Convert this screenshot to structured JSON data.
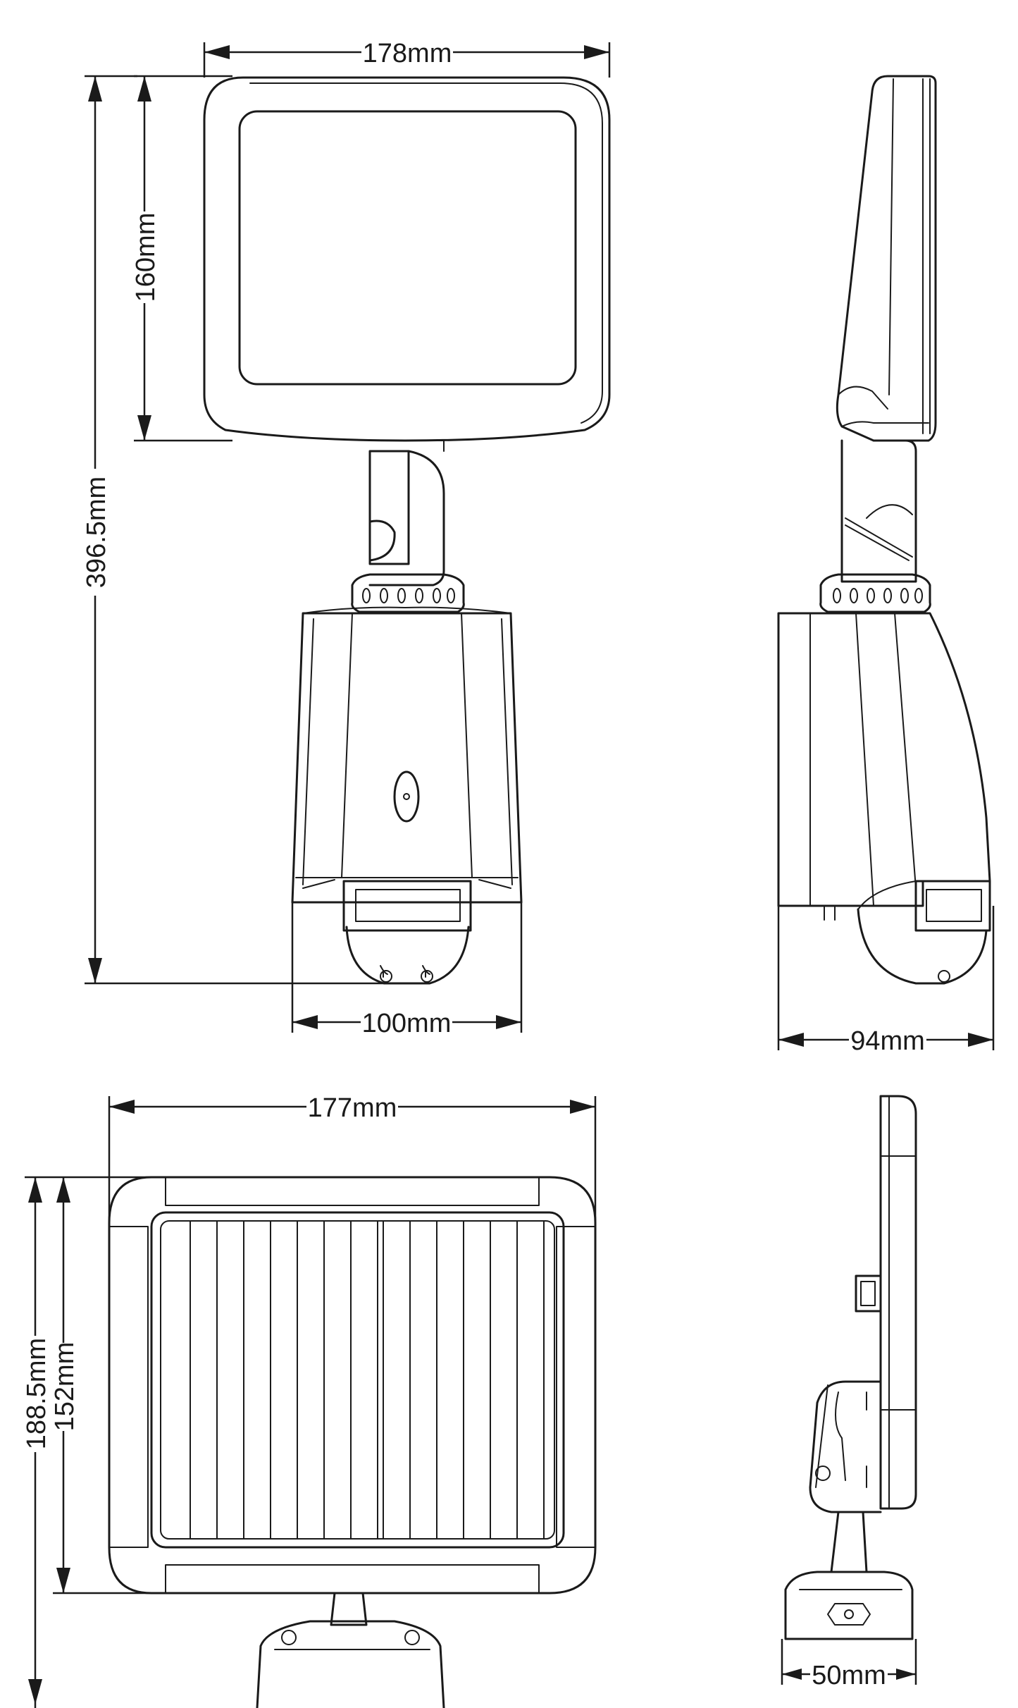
{
  "dimensions": {
    "front_width": "178mm",
    "panel_height": "160mm",
    "total_height": "396.5mm",
    "body_width": "100mm",
    "side_depth": "94mm",
    "bottom_width": "177mm",
    "bottom_outer_height": "188.5mm",
    "bottom_inner_height": "152mm",
    "mount_depth": "50mm"
  }
}
